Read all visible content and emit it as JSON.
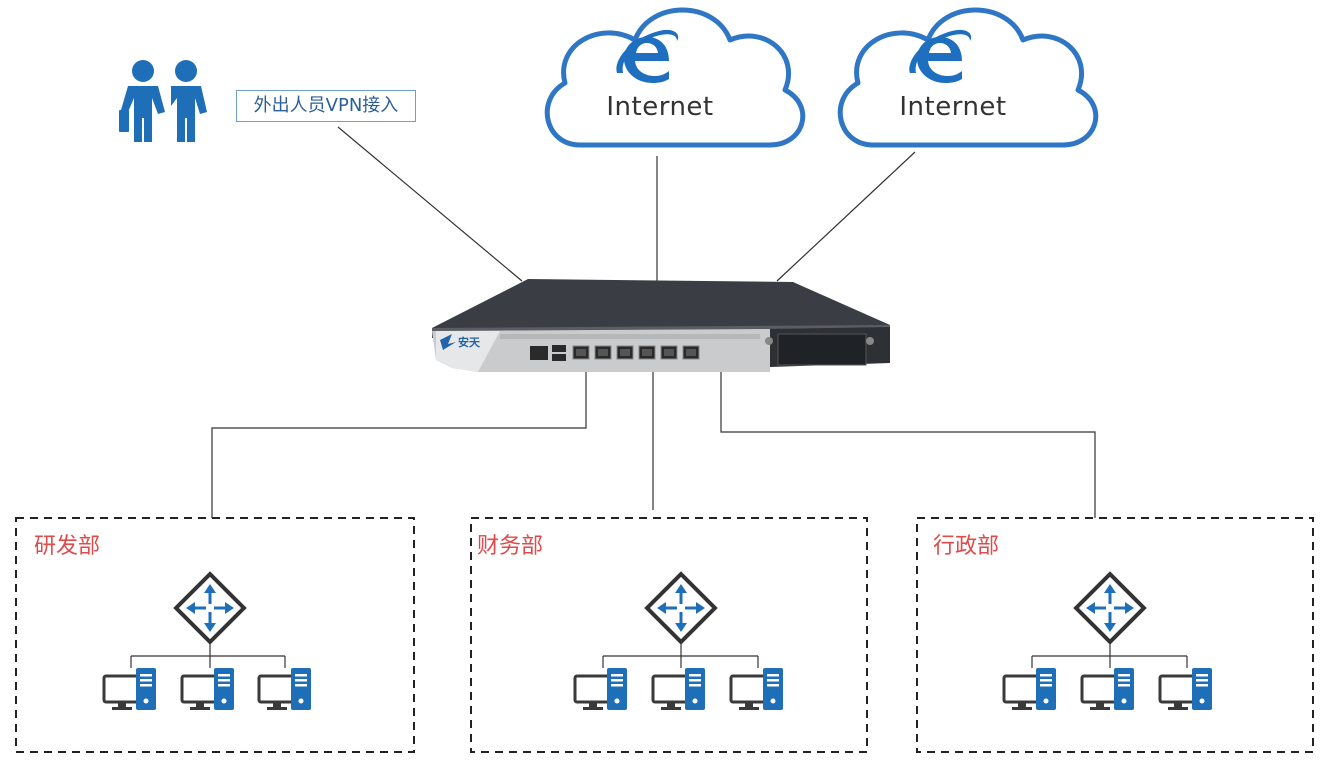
{
  "vpn": {
    "label": "外出人员VPN接入",
    "icon": "people-icon"
  },
  "clouds": [
    {
      "label": "Internet",
      "icon": "internet-explorer-icon"
    },
    {
      "label": "Internet",
      "icon": "internet-explorer-icon"
    }
  ],
  "device": {
    "brand": "安天",
    "icon": "firewall-appliance"
  },
  "departments": [
    {
      "name": "研发部",
      "icons": [
        "router-icon",
        "computer-icon",
        "computer-icon",
        "computer-icon"
      ]
    },
    {
      "name": "财务部",
      "icons": [
        "router-icon",
        "computer-icon",
        "computer-icon",
        "computer-icon"
      ]
    },
    {
      "name": "行政部",
      "icons": [
        "router-icon",
        "computer-icon",
        "computer-icon",
        "computer-icon"
      ]
    }
  ],
  "colors": {
    "accent_blue": "#1f6fb8",
    "dept_title_red": "#e04a4a",
    "line_gray": "#333333",
    "device_dark": "#2f3338"
  }
}
